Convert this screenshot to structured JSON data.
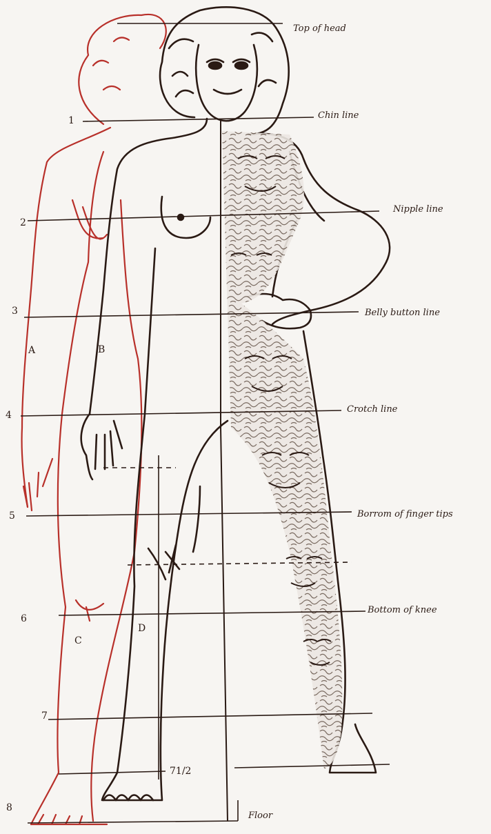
{
  "guide_lines": {
    "top_of_head": "Top of head",
    "chin_line": "Chin line",
    "nipple_line": "Nipple line",
    "belly_button_line": "Belly button line",
    "crotch_line": "Crotch line",
    "bottom_of_finger_tips": "Borrom of finger tips",
    "bottom_of_knee": "Bottom of knee",
    "floor": "Floor"
  },
  "head_units": [
    "1",
    "2",
    "3",
    "4",
    "5",
    "6",
    "7",
    "71/2",
    "8"
  ],
  "segment_labels": [
    "A",
    "B",
    "C",
    "D"
  ],
  "colors": {
    "ink": "#2a1a14",
    "red_figure": "#b8302a",
    "paper": "#f7f5f2",
    "pattern": "#6b5a50"
  }
}
